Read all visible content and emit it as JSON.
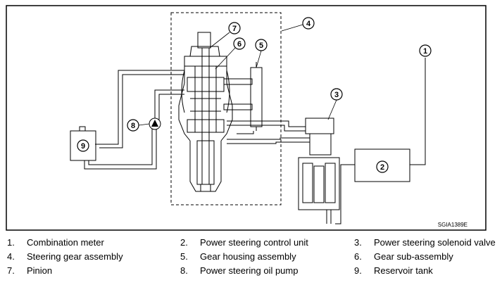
{
  "diagram": {
    "figure_code": "SGIA1389E",
    "callouts": [
      "1",
      "2",
      "3",
      "4",
      "5",
      "6",
      "7",
      "8",
      "9"
    ]
  },
  "legend": [
    {
      "num": "1.",
      "label": "Combination meter"
    },
    {
      "num": "2.",
      "label": "Power steering control unit"
    },
    {
      "num": "3.",
      "label": "Power steering solenoid valve"
    },
    {
      "num": "4.",
      "label": "Steering gear assembly"
    },
    {
      "num": "5.",
      "label": "Gear housing assembly"
    },
    {
      "num": "6.",
      "label": "Gear sub-assembly"
    },
    {
      "num": "7.",
      "label": "Pinion"
    },
    {
      "num": "8.",
      "label": "Power steering oil pump"
    },
    {
      "num": "9.",
      "label": "Reservoir tank"
    }
  ]
}
